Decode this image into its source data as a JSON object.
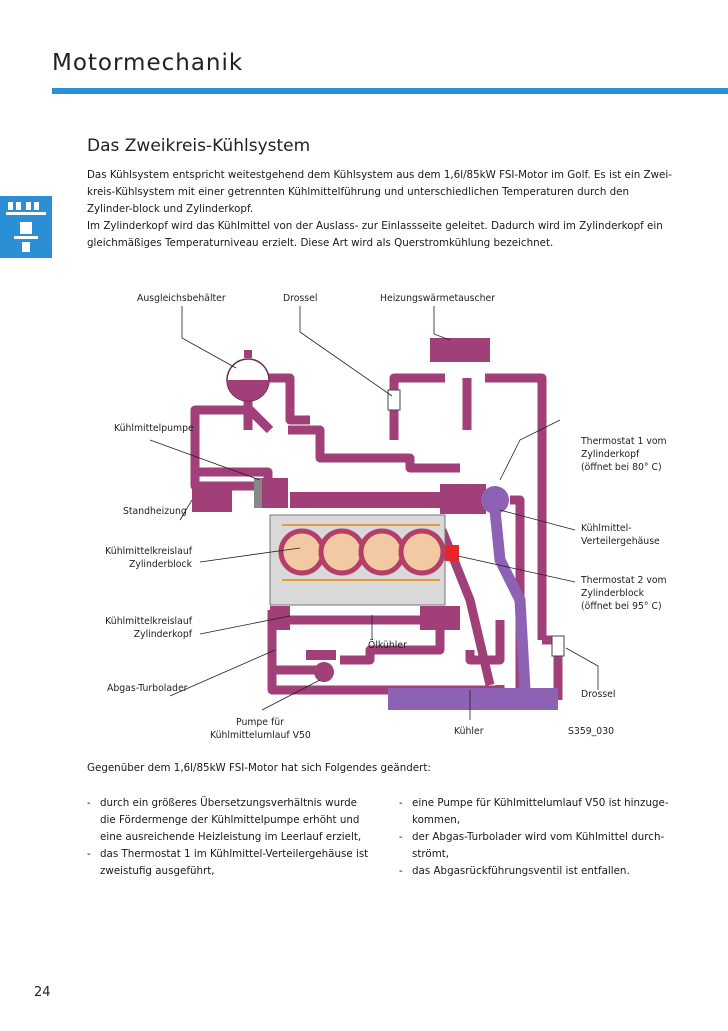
{
  "header": {
    "title": "Motormechanik"
  },
  "section": {
    "subtitle": "Das Zweikreis-Kühlsystem",
    "paragraph1": "Das Kühlsystem entspricht weitestgehend dem Kühlsystem aus dem 1,6l/85kW FSI-Motor im Golf. Es ist ein Zwei-kreis-Kühlsystem mit einer getrennten Kühlmittelführung und unterschiedlichen Temperaturen durch den Zylinder-block und Zylinderkopf.",
    "paragraph2": "Im Zylinderkopf wird das Kühlmittel von der Auslass- zur Einlassseite geleitet. Dadurch wird im Zylinderkopf ein gleichmäßiges Temperaturniveau erzielt. Diese Art wird als Querstromkühlung bezeichnet."
  },
  "diagram": {
    "labels": {
      "ausgleichsbehaelter": "Ausgleichsbehälter",
      "drossel_top": "Drossel",
      "heizungswaermetauscher": "Heizungswärmetauscher",
      "kuehlmittelpumpe": "Kühlmittelpumpe",
      "standheizung": "Standheizung",
      "kreislauf_block_1": "Kühlmittelkreislauf",
      "kreislauf_block_2": "Zylinderblock",
      "kreislauf_kopf_1": "Kühlmittelkreislauf",
      "kreislauf_kopf_2": "Zylinderkopf",
      "abgas_turbolader": "Abgas-Turbolader",
      "pumpe_v50_1": "Pumpe für",
      "pumpe_v50_2": "Kühlmittelumlauf V50",
      "oelkuehler": "Ölkühler",
      "kuehler": "Kühler",
      "figure_code": "S359_030",
      "drossel_right": "Drossel",
      "thermostat1_1": "Thermostat 1 vom",
      "thermostat1_2": "Zylinderkopf",
      "thermostat1_3": "(öffnet bei 80° C)",
      "verteiler_1": "Kühlmittel-",
      "verteiler_2": "Verteilergehäuse",
      "thermostat2_1": "Thermostat 2 vom",
      "thermostat2_2": "Zylinderblock",
      "thermostat2_3": "(öffnet bei 95° C)"
    },
    "colors": {
      "coolant": "#a03f78",
      "radiator": "#8d62b5",
      "hot": "#e8262a",
      "engine": "#d9d9d9"
    }
  },
  "changes": {
    "intro": "Gegenüber dem 1,6l/85kW FSI-Motor hat sich Folgendes geändert:",
    "left": [
      {
        "l1": "durch ein größeres Übersetzungsverhältnis wurde",
        "l2": "die Fördermenge der Kühlmittelpumpe erhöht und",
        "l3": "eine ausreichende Heizleistung im Leerlauf erzielt,"
      },
      {
        "l1": "das Thermostat 1 im Kühlmittel-Verteilergehäuse ist",
        "l2": "zweistufig ausgeführt,"
      }
    ],
    "right": [
      {
        "l1": "eine Pumpe für Kühlmittelumlauf V50 ist hinzuge-",
        "l2": "kommen,"
      },
      {
        "l1": "der Abgas-Turbolader wird vom Kühlmittel durch-",
        "l2": "strömt,"
      },
      {
        "l1": "das Abgasrückführungsventil ist entfallen."
      }
    ]
  },
  "footer": {
    "page_number": "24"
  }
}
